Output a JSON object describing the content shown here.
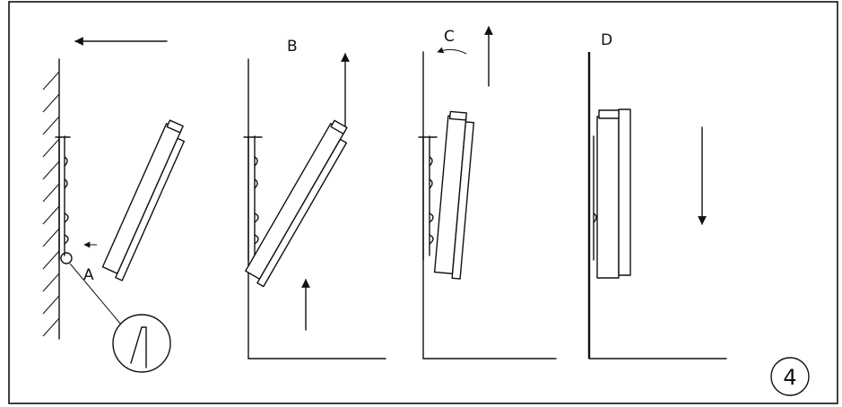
{
  "labels": {
    "a": "A",
    "b": "B",
    "c": "C",
    "d": "D"
  },
  "step_number": "4"
}
